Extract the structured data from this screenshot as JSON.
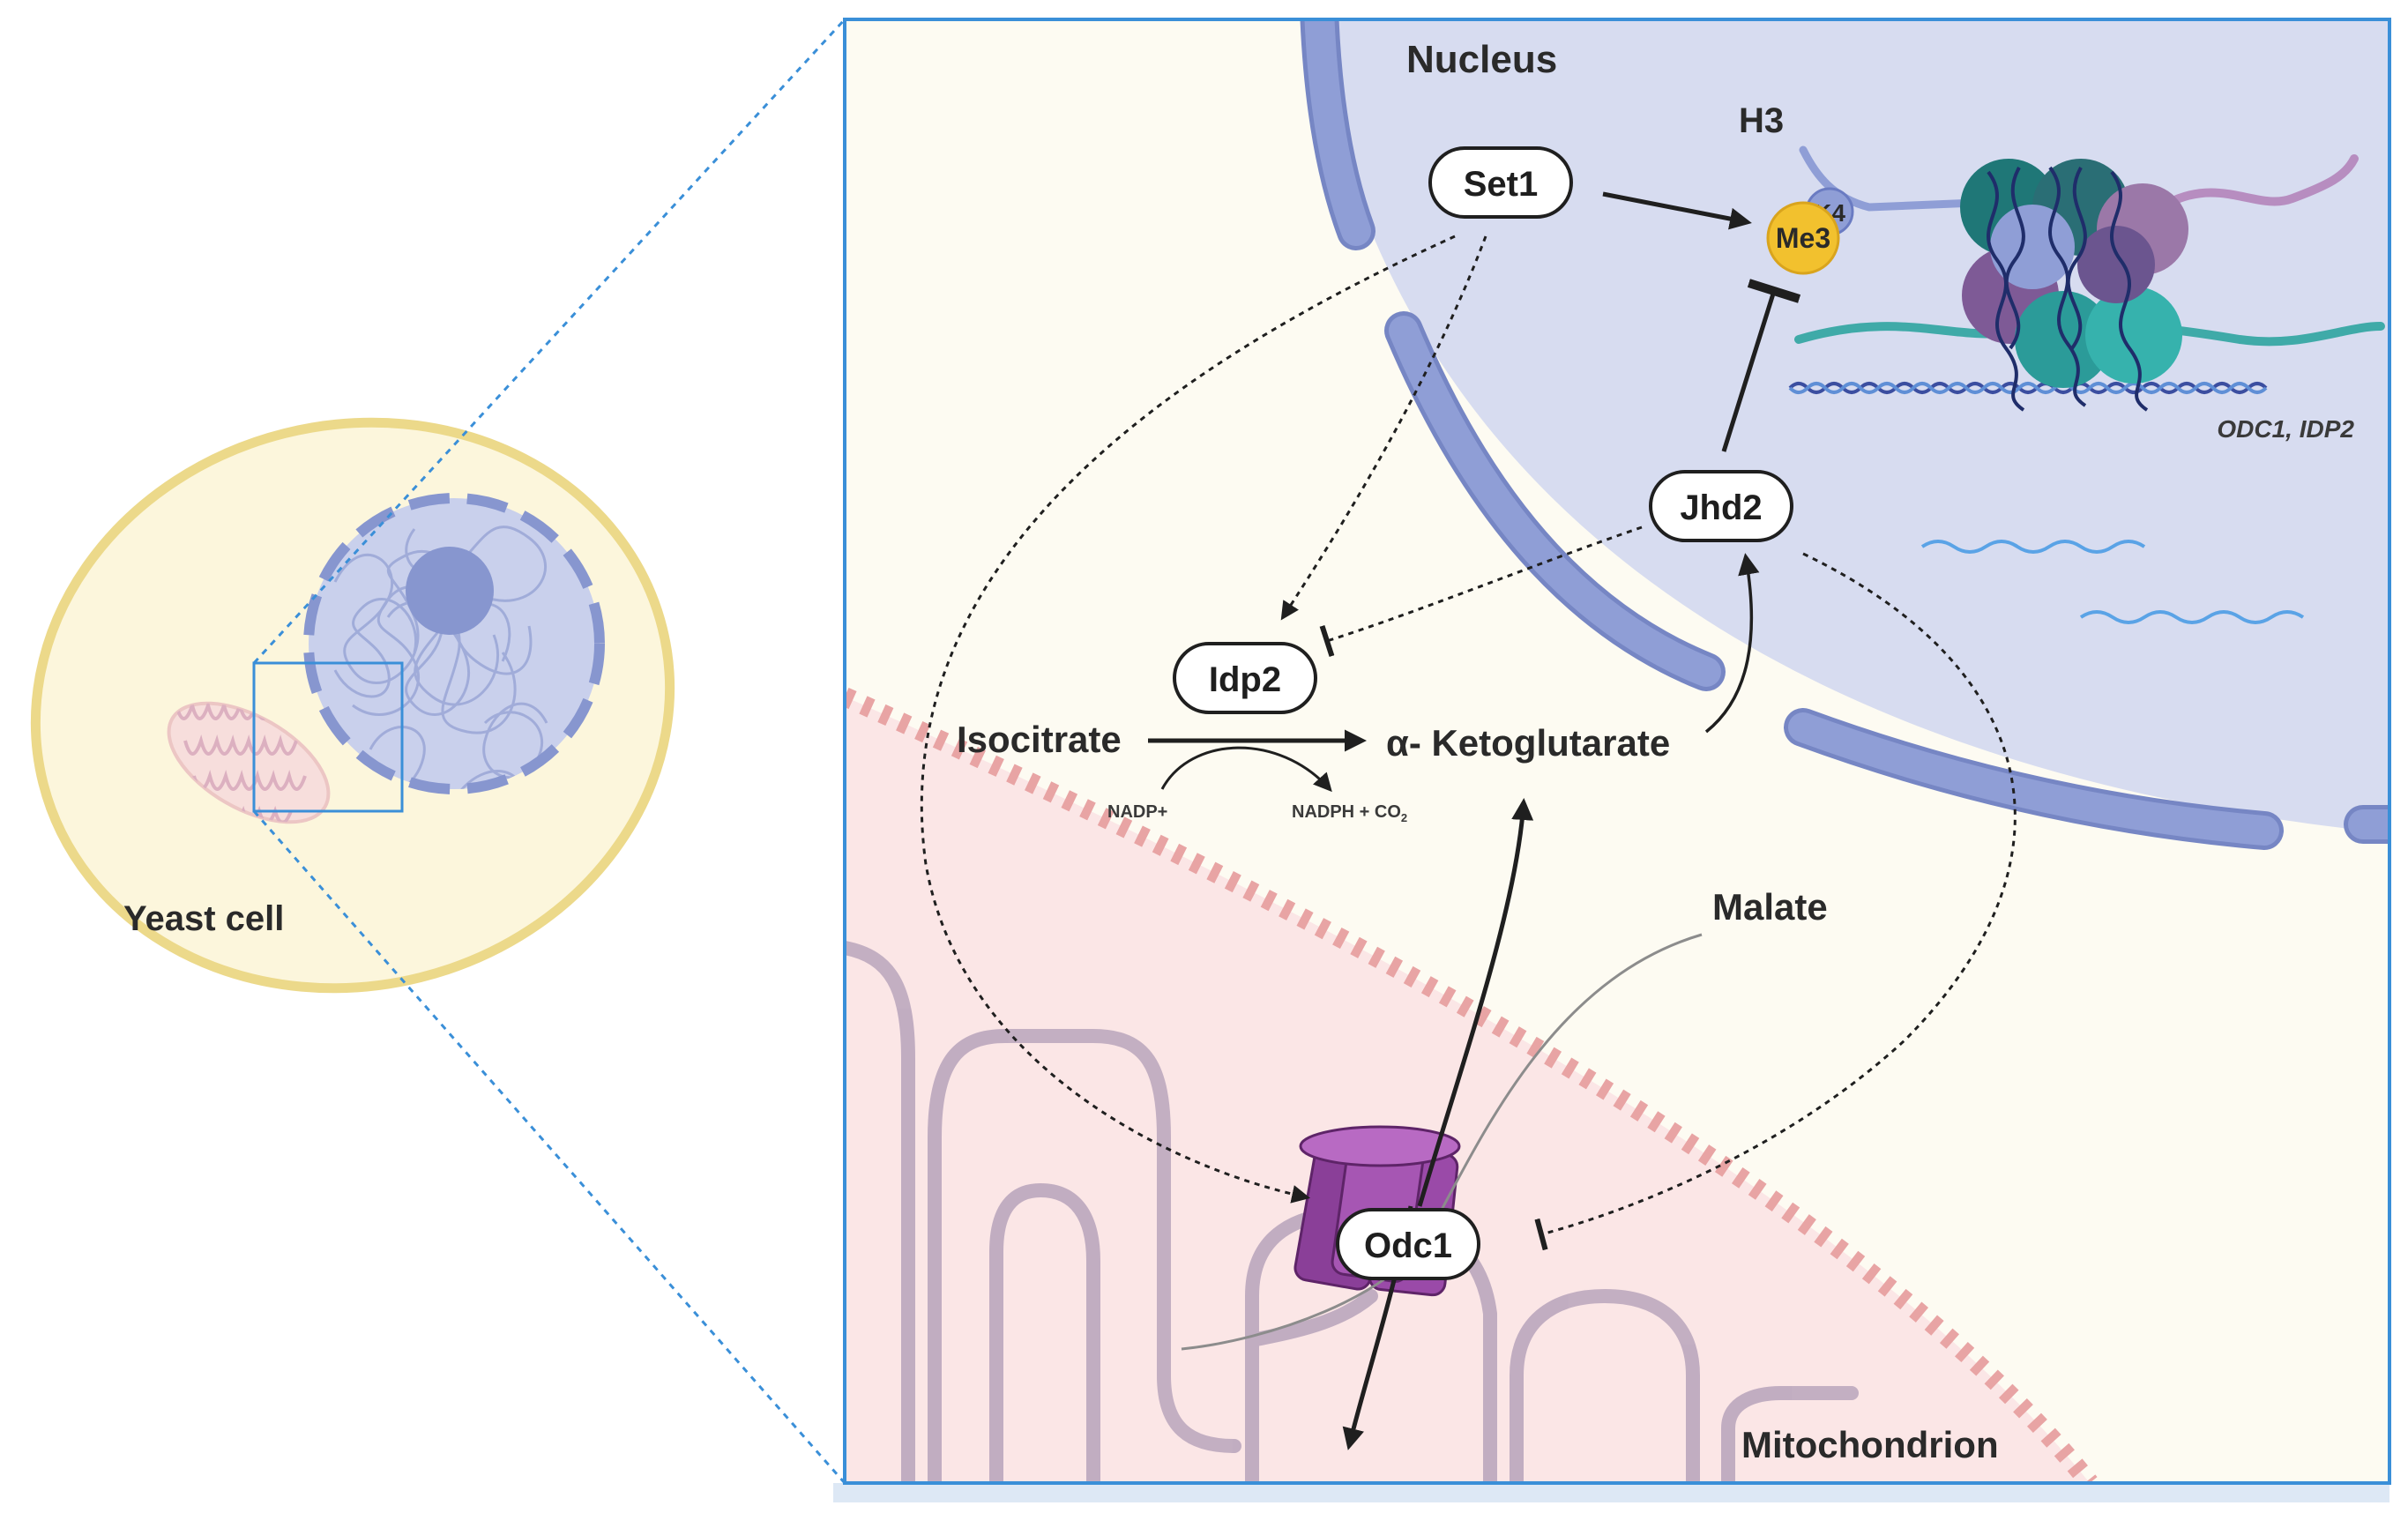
{
  "labels": {
    "nucleus": "Nucleus",
    "h3": "H3",
    "set1": "Set1",
    "me3": "Me3",
    "k4": "K4",
    "genes": "ODC1, IDP2",
    "jhd2": "Jhd2",
    "idp2": "Idp2",
    "isocitrate": "Isocitrate",
    "akg": "α- Ketoglutarate",
    "nadp": "NADP+",
    "nadph_co2": "NADPH + CO",
    "nadph_sub": "2",
    "malate": "Malate",
    "odc1": "Odc1",
    "mitochondrion": "Mitochondrion",
    "yeast_cell": "Yeast cell"
  },
  "colors": {
    "frame": "#3a8fd8",
    "cytoplasm": "#fdfbf2",
    "nucleus_fill": "#d7dcf0",
    "nuclear_membrane": "#8a99d0",
    "mito_fill": "#fbe6e6",
    "mito_dash": "#e8a4a4",
    "cristae": "#b8a4bb",
    "transporter": "#9a4aa8",
    "me3": "#f2c12e",
    "yeast_fill": "#fcf6dc",
    "yeast_border": "#ecd98a"
  }
}
